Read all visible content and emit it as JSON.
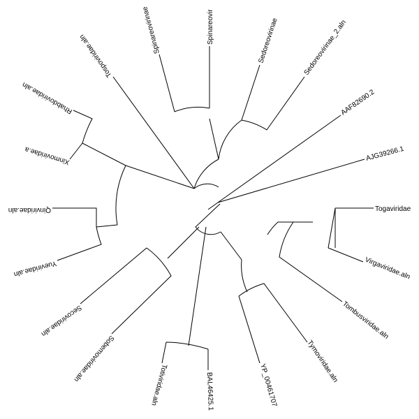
{
  "tree": {
    "layout": "circular",
    "line_color": "#000000",
    "background": "#ffffff",
    "leaves": [
      {
        "id": "togaviridae",
        "label": "Togaviridae"
      },
      {
        "id": "virgaviridae",
        "label": "Virgaviridae.aln"
      },
      {
        "id": "tombusviridae",
        "label": "Tombusviridae.aln"
      },
      {
        "id": "tymoviridae",
        "label": "Tymoviridae.aln"
      },
      {
        "id": "yp-00461707",
        "label": "YP_00461707"
      },
      {
        "id": "bal46425",
        "label": "BAL46425.1"
      },
      {
        "id": "totiviridae",
        "label": "Totiviridae.aln"
      },
      {
        "id": "sobemoviridae",
        "label": "Sobemoviridae.aln"
      },
      {
        "id": "secoviridae",
        "label": "Secoviridae.aln"
      },
      {
        "id": "yueviridae",
        "label": "Yueviridae.aln"
      },
      {
        "id": "qinviridae",
        "label": "Qinviridae.aln"
      },
      {
        "id": "xinmoviridae",
        "label": "Xinmoviridae.a"
      },
      {
        "id": "rhabdoviridae",
        "label": "Rhabdoviridae.aln"
      },
      {
        "id": "tospoviridae",
        "label": "Tospoviridae.aln"
      },
      {
        "id": "spinareovirinae-a",
        "label": "Spinareovirinae"
      },
      {
        "id": "spinareovir",
        "label": "Spinareovir"
      },
      {
        "id": "sedoreovirinae",
        "label": "Sedoreovirinae"
      },
      {
        "id": "sedoreovirinae-2",
        "label": "Sedoreovirinae_2.aln"
      },
      {
        "id": "aaf82690",
        "label": "AAF82690.2"
      },
      {
        "id": "ajg39266",
        "label": "AJG39266.1"
      }
    ]
  }
}
